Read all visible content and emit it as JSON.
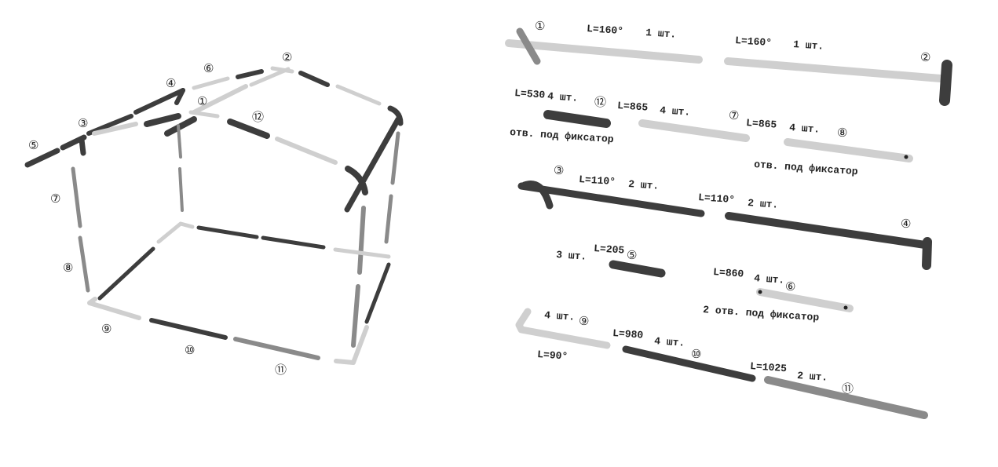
{
  "assembly": {
    "callouts": [
      "①",
      "②",
      "③",
      "④",
      "⑤",
      "⑥",
      "⑦",
      "⑧",
      "⑨",
      "⑩",
      "⑪",
      "⑫"
    ]
  },
  "parts": [
    {
      "num": "①",
      "length": "L=160°",
      "qty": "1 шт."
    },
    {
      "num": "②",
      "length": "L=160°",
      "qty": "1 шт."
    },
    {
      "num": "⑫",
      "length": "L=530",
      "qty": "4 шт.",
      "note": "отв. под фиксатор"
    },
    {
      "num": "⑦",
      "length": "L=865",
      "qty": "4 шт."
    },
    {
      "num": "⑧",
      "length": "L=865",
      "qty": "4 шт.",
      "note": "отв. под фиксатор"
    },
    {
      "num": "③",
      "length": "L=110°",
      "qty": "2 шт."
    },
    {
      "num": "④",
      "length": "L=110°",
      "qty": "2 шт."
    },
    {
      "num": "⑤",
      "length": "L=205",
      "qty": "3 шт."
    },
    {
      "num": "⑥",
      "length": "L=860",
      "qty": "4 шт.",
      "note": "2 отв. под фиксатор"
    },
    {
      "num": "⑨",
      "length": "L=90°",
      "qty": "4 шт."
    },
    {
      "num": "⑩",
      "length": "L=980",
      "qty": "4 шт."
    },
    {
      "num": "⑪",
      "length": "L=1025",
      "qty": "2 шт."
    }
  ]
}
